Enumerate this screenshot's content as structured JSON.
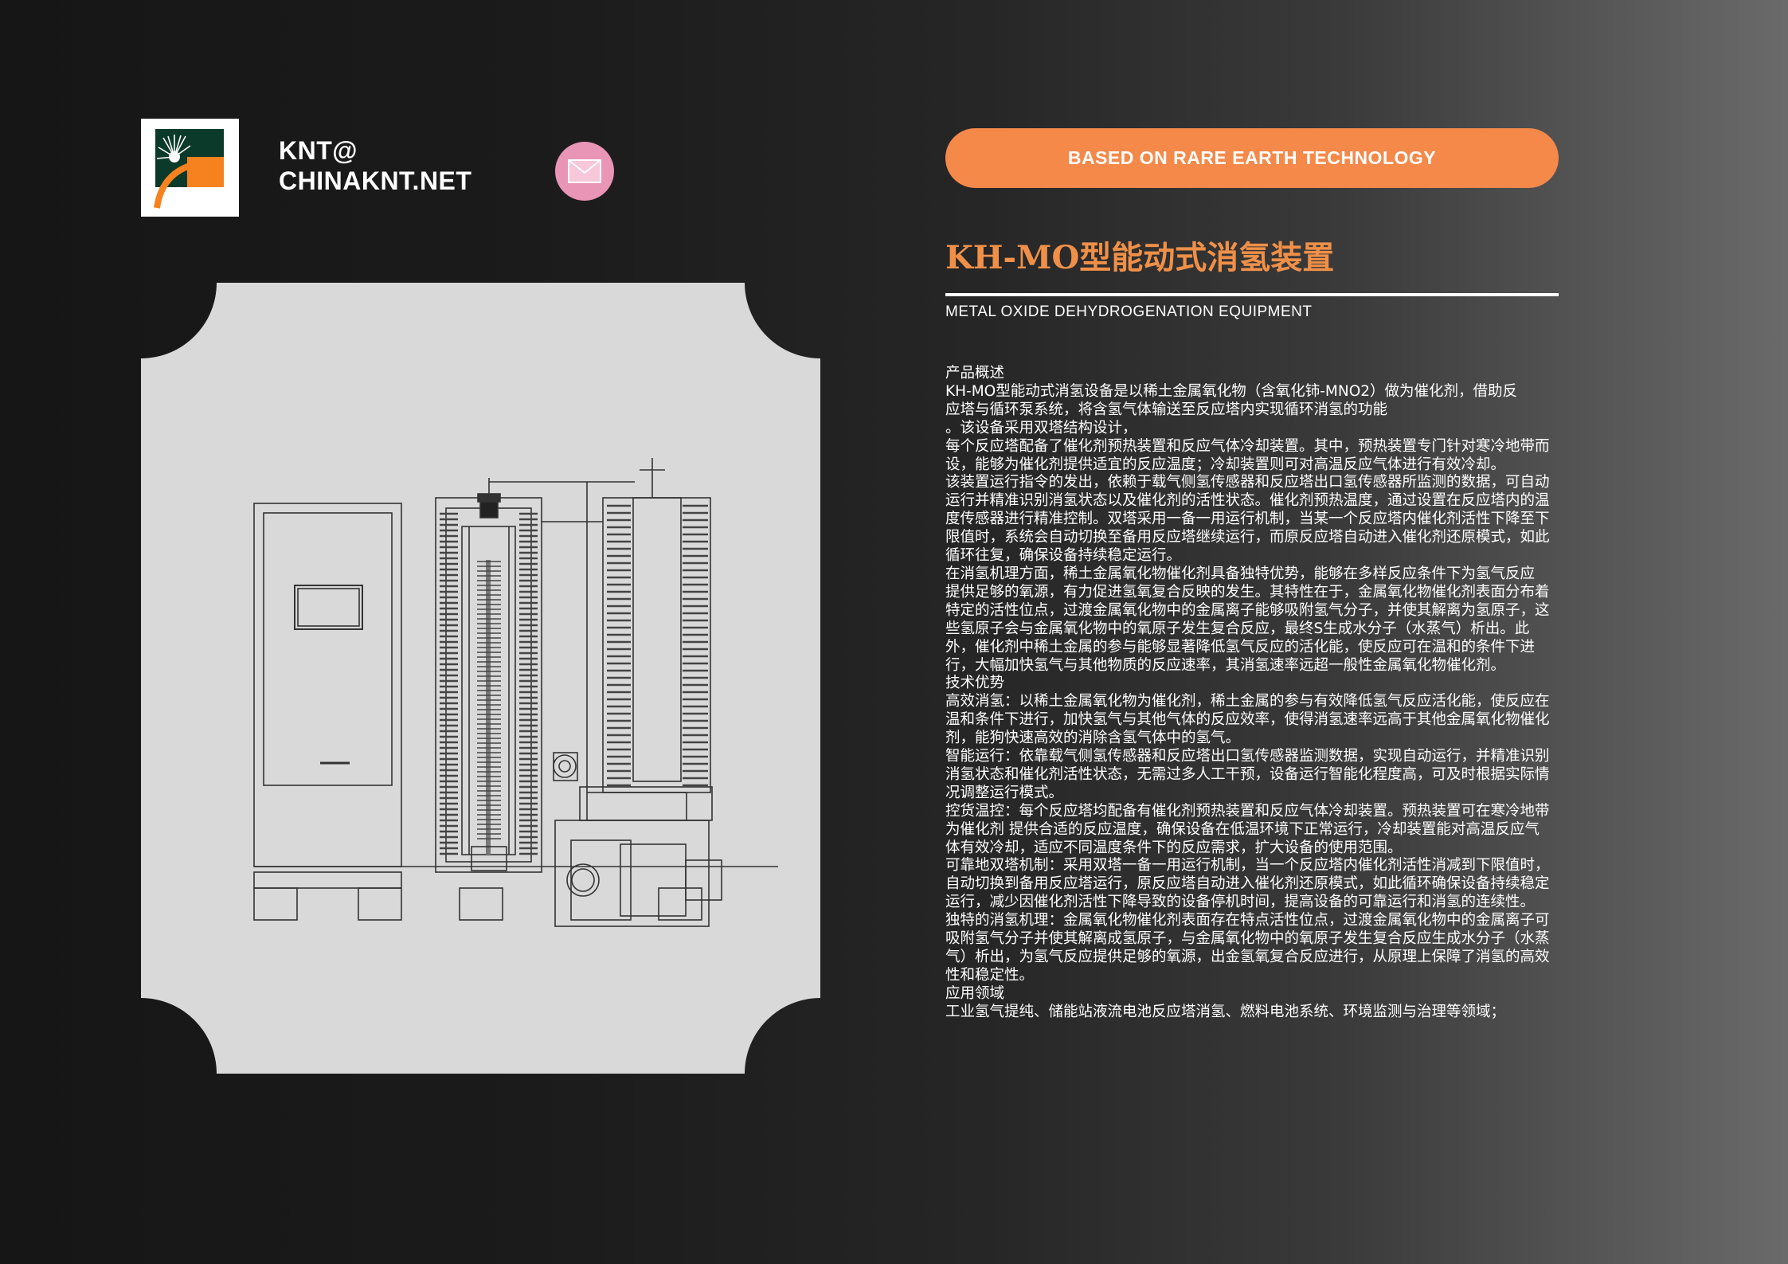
{
  "header": {
    "contact_line1": "KNT@",
    "contact_line2": "CHINAKNT.NET",
    "tagline": "BASED ON RARE EARTH TECHNOLOGY"
  },
  "product": {
    "title": "KH-MO型能动式消氢装置",
    "subtitle": "METAL OXIDE DEHYDROGENATION EQUIPMENT"
  },
  "body": {
    "lines": [
      "产品概述",
      " KH-MO型能动式消氢设备是以稀土金属氧化物（含氧化铈-MNO2）做为催化剂，借助反",
      "应塔与循环泵系统，将含氢气体输送至反应塔内实现循环消氢的功能",
      "。该设备采用双塔结构设计，",
      "每个反应塔配备了催化剂预热装置和反应气体冷却装置。其中，预热装置专门针对寒冷地带而",
      "设，能够为催化剂提供适宜的反应温度；冷却装置则可对高温反应气体进行有效冷却。",
      "该装置运行指令的发出，依赖于载气侧氢传感器和反应塔出口氢传感器所监测的数据，可自动",
      "运行并精准识别消氢状态以及催化剂的活性状态。催化剂预热温度，通过设置在反应塔内的温",
      "度传感器进行精准控制。双塔采用一备一用运行机制，当某一个反应塔内催化剂活性下降至下",
      "限值时，系统会自动切换至备用反应塔继续运行，而原反应塔自动进入催化剂还原模式，如此",
      "循环往复，确保设备持续稳定运行。",
      "    在消氢机理方面，稀土金属氧化物催化剂具备独特优势，能够在多样反应条件下为氢气反应",
      "提供足够的氧源，有力促进氢氧复合反映的发生。其特性在于，金属氧化物催化剂表面分布着",
      "特定的活性位点，过渡金属氧化物中的金属离子能够吸附氢气分子，并使其解离为氢原子，这",
      "些氢原子会与金属氧化物中的氧原子发生复合反应，最终S生成水分子（水蒸气）析出。此",
      "外，催化剂中稀土金属的参与能够显著降低氢气反应的活化能，使反应可在温和的条件下进",
      "行，大幅加快氢气与其他物质的反应速率，其消氢速率远超一般性金属氧化物催化剂。",
      "技术优势",
      "高效消氢：以稀土金属氧化物为催化剂，稀土金属的参与有效降低氢气反应活化能，使反应在",
      "温和条件下进行，加快氢气与其他气体的反应效率，使得消氢速率远高于其他金属氧化物催化",
      "剂，能狗快速高效的消除含氢气体中的氢气。",
      "智能运行：依靠载气侧氢传感器和反应塔出口氢传感器监测数据，实现自动运行，并精准识别",
      "消氢状态和催化剂活性状态，无需过多人工干预，设备运行智能化程度高，可及时根据实际情",
      "况调整运行模式。",
      "控货温控：每个反应塔均配备有催化剂预热装置和反应气体冷却装置。预热装置可在寒冷地带",
      "为催化剂 提供合适的反应温度，确保设备在低温环境下正常运行，冷却装置能对高温反应气",
      "体有效冷却，适应不同温度条件下的反应需求，扩大设备的使用范围。",
      "可靠地双塔机制：采用双塔一备一用运行机制，当一个反应塔内催化剂活性消减到下限值时，",
      "自动切换到备用反应塔运行，原反应塔自动进入催化剂还原模式，如此循环确保设备持续稳定",
      "运行，减少因催化剂活性下降导致的设备停机时间，提高设备的可靠运行和消氢的连续性。",
      "独特的消氢机理：金属氧化物催化剂表面存在特点活性位点，过渡金属氧化物中的金属离子可",
      "吸附氢气分子并使其解离成氢原子，与金属氧化物中的氧原子发生复合反应生成水分子（水蒸",
      "气）析出，为氢气反应提供足够的氧源，出金氢氧复合反应进行，从原理上保障了消氢的高效",
      "性和稳定性。",
      "应用领域",
      "工业氢气提纯、储能站液流电池反应塔消氢、燃料电池系统、环境监测与治理等领域；"
    ]
  },
  "colors": {
    "accent_orange": "#f5894a",
    "title_orange": "#f09048",
    "mail_pink": "#e895b6",
    "drawing_bg": "#d9d9d9"
  },
  "icons": {
    "logo": "company-logo-icon",
    "mail": "mail-icon"
  }
}
